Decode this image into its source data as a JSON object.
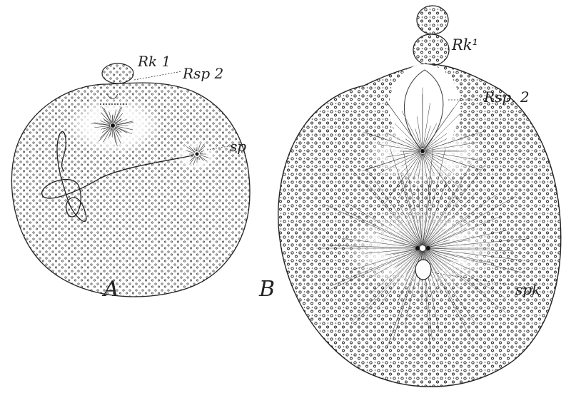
{
  "figure_a": {
    "panel_label": "A",
    "labels": {
      "polar_body": "Rk 1",
      "spindle": "Rsp 2",
      "sperm": "sp"
    }
  },
  "figure_b": {
    "panel_label": "B",
    "labels": {
      "polar_body": "Rk¹",
      "spindle": "Rsp. 2",
      "sperm_nucleus": "spk"
    }
  },
  "colors": {
    "ink": "#222222",
    "paper": "#ffffff"
  }
}
